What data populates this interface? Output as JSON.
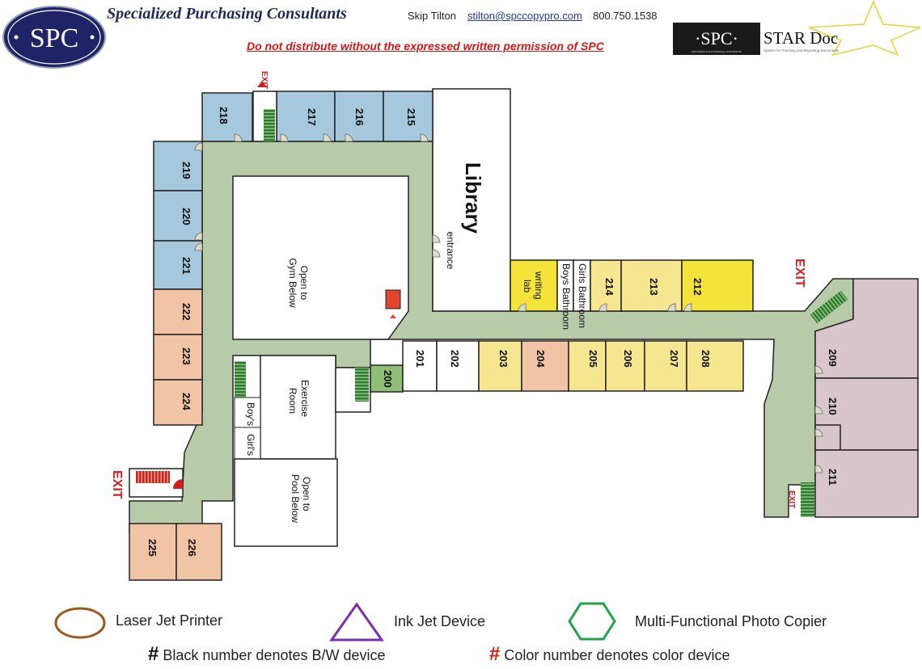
{
  "header": {
    "company": "Specialized Purchasing Consultants",
    "logo_text": "SPC",
    "contact_name": "Skip Tilton",
    "contact_email": "stilton@spccopypro.com",
    "contact_phone": "800.750.1538",
    "warning": "Do not distribute without the expressed written permission of SPC",
    "stardoc": {
      "logo_text": "·SPC·",
      "logo_subtitle": "specialized purchasing consultants",
      "title": "STAR Doc",
      "subtitle": "System for Tracking and Reporting Documents"
    }
  },
  "floorplan": {
    "colors": {
      "corridor": "#b7cba9",
      "blue_room": "#a6c8dc",
      "salmon_room": "#f2c4a6",
      "yellow_room": "#f7e690",
      "bright_yellow": "#f4e43a",
      "mauve_room": "#d8c6cc",
      "green_room": "#8fbe76",
      "stairs": "#2e7a2e",
      "exit": "#d31d1d"
    },
    "rooms": {
      "r200": "200",
      "r201": "201",
      "r202": "202",
      "r203": "203",
      "r204": "204",
      "r205": "205",
      "r206": "206",
      "r207": "207",
      "r208": "208",
      "r209": "209",
      "r210": "210",
      "r211": "211",
      "r212": "212",
      "r213": "213",
      "r214": "214",
      "r215": "215",
      "r216": "216",
      "r217": "217",
      "r218": "218",
      "r219": "219",
      "r220": "220",
      "r221": "221",
      "r222": "222",
      "r223": "223",
      "r224": "224",
      "r225": "225",
      "r226": "226"
    },
    "labels": {
      "library": "Library",
      "library_entrance": "entrance",
      "writing_lab_1": "writing",
      "writing_lab_2": "lab",
      "girls_bathroom": "Girls Bathroom",
      "boys_bathroom": "Boys Bathroom",
      "gym_1": "Open to",
      "gym_2": "Gym Below",
      "exercise_1": "Exercise",
      "exercise_2": "Room",
      "boys": "Boy's",
      "girls": "Girl's",
      "pool_1": "Open to",
      "pool_2": "Pool Below",
      "exit": "EXIT"
    }
  },
  "legend": {
    "laser": "Laser Jet Printer",
    "inkjet": "Ink Jet Device",
    "mfp": "Multi-Functional Photo Copier",
    "bw_note": "Black number denotes B/W device",
    "color_note": "Color number denotes color device",
    "hash": "#"
  }
}
